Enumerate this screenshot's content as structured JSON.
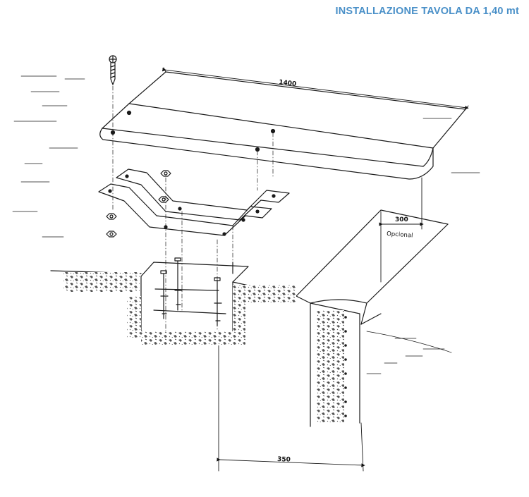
{
  "header": {
    "title": "INSTALLAZIONE TAVOLA DA 1,40 mt"
  },
  "drawing": {
    "dimensions": {
      "board_length": "1400",
      "overhang": "300",
      "overhang_note": "Opcional",
      "setback": "350"
    },
    "colors": {
      "title": "#4a90c8",
      "line": "#1a1a1a",
      "ink": "#111111"
    }
  }
}
